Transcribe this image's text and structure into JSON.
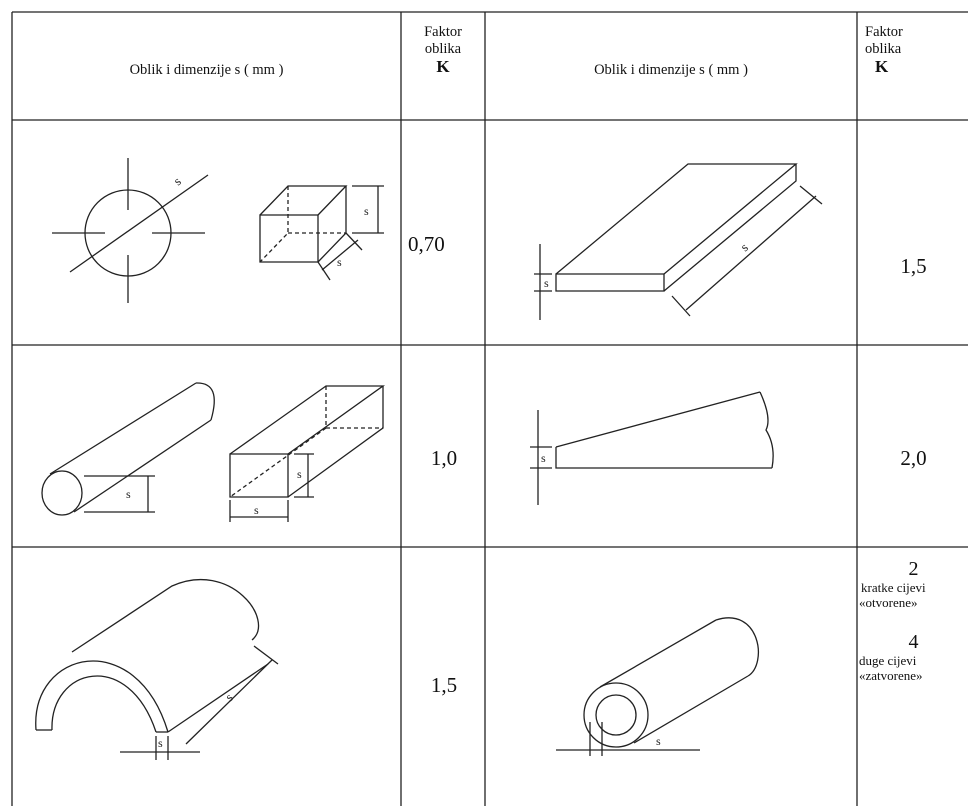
{
  "header": {
    "col1": "Oblik i dimenzije  s    ( mm )",
    "col2_l1": "Faktor",
    "col2_l2": "oblika",
    "col2_l3": "K",
    "col3": "Oblik i dimenzije  s  ( mm )",
    "col4_l1": "Faktor",
    "col4_l2": "oblika",
    "col4_l3": "K"
  },
  "rows": [
    {
      "left_factor": "0,70",
      "right_factor": "1,5"
    },
    {
      "left_factor": "1,0",
      "right_factor": "2,0"
    },
    {
      "left_factor": "1,5",
      "right_a": "2",
      "right_a_note1": "kratke cijevi",
      "right_a_note2": "«otvorene»",
      "right_b": "4",
      "right_b_note1": "duge cijevi",
      "right_b_note2": "«zatvorene»"
    }
  ],
  "dim_label": "s"
}
